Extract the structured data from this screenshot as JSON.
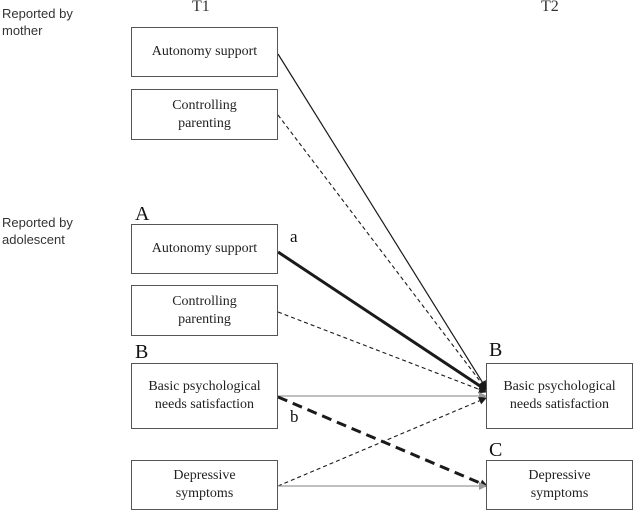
{
  "labels": {
    "reported_by_mother": "Reported by\nmother",
    "reported_by_adolescent": "Reported by\nadolescent",
    "t1": "T1",
    "t2": "T2"
  },
  "letters": {
    "a_upper": "A",
    "b_t1": "B",
    "b_t2": "B",
    "c_t2": "C"
  },
  "path_labels": {
    "a": "a",
    "b": "b"
  },
  "boxes": {
    "mother_autonomy": "Autonomy support",
    "mother_controlling": "Controlling\nparenting",
    "adol_autonomy": "Autonomy support",
    "adol_controlling": "Controlling\nparenting",
    "t1_needs": "Basic psychological\nneeds satisfaction",
    "t1_depressive": "Depressive\nsymptoms",
    "t2_needs": "Basic psychological\nneeds satisfaction",
    "t2_depressive": "Depressive\nsymptoms"
  },
  "colors": {
    "line": "#1a1a1a",
    "gray_line": "#9a9a9a",
    "border": "#555555"
  }
}
